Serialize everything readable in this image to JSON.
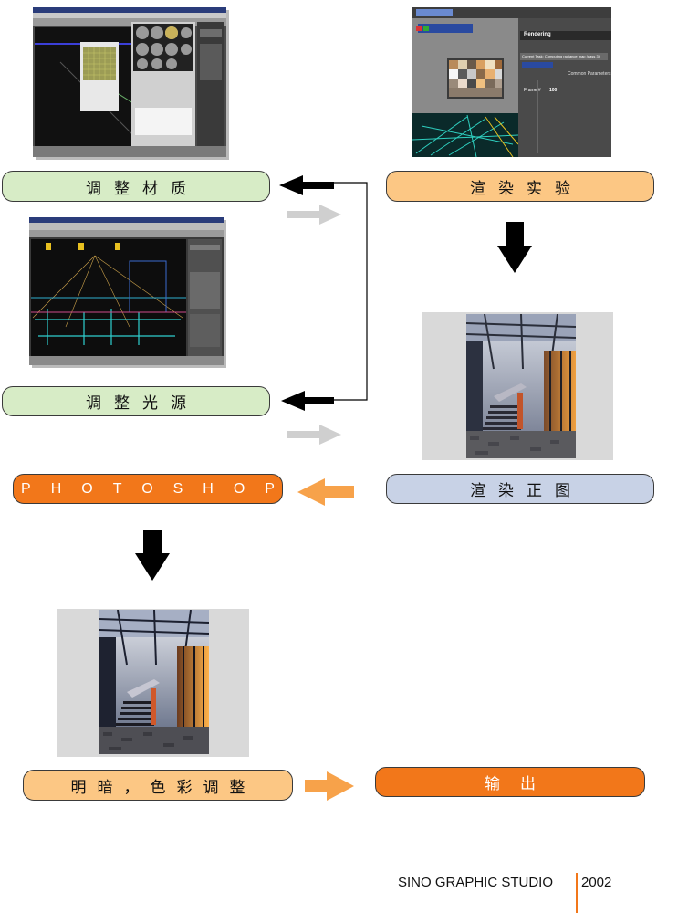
{
  "steps": {
    "adjust_material": "调整材质",
    "adjust_light": "调整光源",
    "photoshop": "PHOTOSHOP",
    "brightness_color": "明暗，色彩调整",
    "render_test": "渲染实验",
    "render_final": "渲染正图",
    "output": "输出"
  },
  "render_panel": {
    "title": "Rendering",
    "frame_label": "Frame #",
    "frame_value": "100",
    "parameters_label": "Common Parameters",
    "progress_label": "Current Task: Computing radiance map (pass 3)"
  },
  "footer": {
    "studio": "SINO GRAPHIC STUDIO",
    "year": "2002"
  },
  "colors": {
    "green": "#d7ecc6",
    "orange_light": "#fcc784",
    "orange_dark": "#f2771a",
    "blue": "#c8d2e6",
    "arrow_black": "#000000",
    "arrow_gray": "#cfcfcf",
    "arrow_orange": "#f7a24a"
  }
}
